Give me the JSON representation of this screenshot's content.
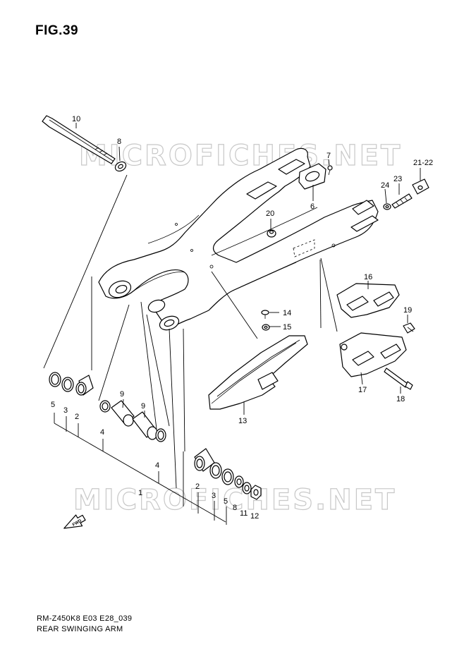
{
  "figure": {
    "title": "FIG.39"
  },
  "watermark": {
    "text": "MICROFICHES.NET"
  },
  "footer": {
    "code": "RM-Z450K8 E03 E28_039",
    "name": "REAR SWINGING ARM"
  },
  "fwd_badge": {
    "text": "FWD"
  },
  "callouts": {
    "c1": "1",
    "c2a": "2",
    "c2b": "2",
    "c3a": "3",
    "c3b": "3",
    "c4a": "4",
    "c4b": "4",
    "c5a": "5",
    "c5b": "5",
    "c6": "6",
    "c7": "7",
    "c8a": "8",
    "c8b": "8",
    "c9a": "9",
    "c9b": "9",
    "c10": "10",
    "c11": "11",
    "c12": "12",
    "c13": "13",
    "c14": "14",
    "c15": "15",
    "c16": "16",
    "c17": "17",
    "c18": "18",
    "c19": "19",
    "c20": "20",
    "c2122": "21-22",
    "c23": "23",
    "c24": "24"
  },
  "colors": {
    "line": "#000000",
    "watermark": "#c8c8c8",
    "background": "#ffffff"
  }
}
